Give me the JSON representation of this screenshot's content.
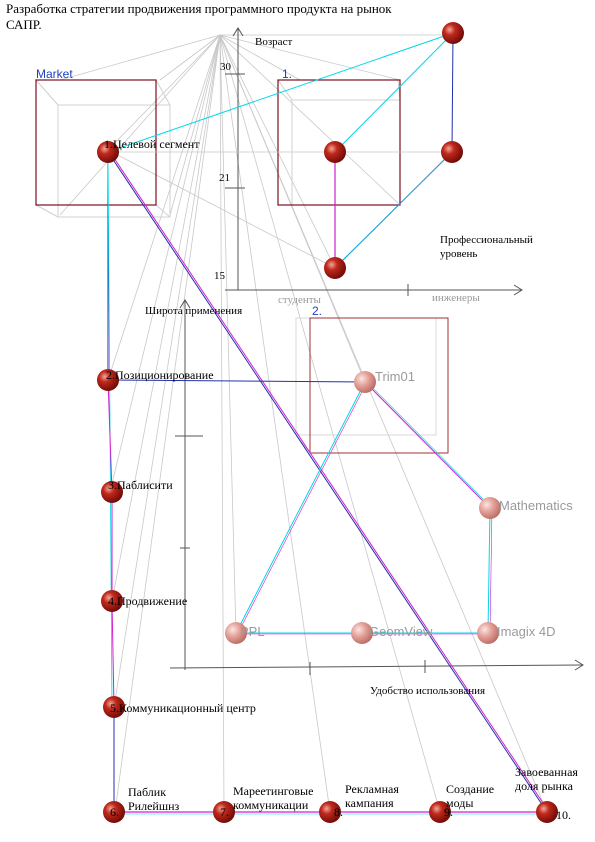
{
  "title": "Разработка стратегии продвижения программного продукта на рынок САПР.",
  "boxes": {
    "market": "Market",
    "box1": "1.",
    "box2": "2."
  },
  "top_chart": {
    "ylabel": "Возраст",
    "xlabel": "Профессиональный уровень",
    "yticks": [
      "30",
      "21",
      "15"
    ],
    "xticks": [
      "студенты",
      "инженеры"
    ]
  },
  "mid_chart": {
    "ylabel": "Широта применения",
    "xlabel": "Удобство использования",
    "products": [
      "Trim01",
      "Mathematics",
      "PPL",
      "GeomView",
      "Imagix 4D"
    ]
  },
  "steps": [
    {
      "num": "1.",
      "label": "Целевой сегмент"
    },
    {
      "num": "2.",
      "label": "Позиционирование"
    },
    {
      "num": "3.",
      "label": "Паблисити"
    },
    {
      "num": "4.",
      "label": "Продвижение"
    },
    {
      "num": "5.",
      "label": "Коммуникационный центр"
    },
    {
      "num": "6.",
      "label": "Паблик Рилейшнз"
    },
    {
      "num": "7.",
      "label": "Мареетинговые коммуникации"
    },
    {
      "num": "8.",
      "label": "Рекламная кампания"
    },
    {
      "num": "9.",
      "label": "Создание моды"
    },
    {
      "num": "10.",
      "label": "Завоеванная доля рынка"
    }
  ],
  "colors": {
    "node_dark": "#a11a10",
    "node_light": "#d98b84",
    "line_cyan": "#00d8e8",
    "line_magenta": "#d020d0",
    "line_blue": "#2233aa",
    "line_gray": "#c8c8c8",
    "box_dark": "#7a1020"
  }
}
